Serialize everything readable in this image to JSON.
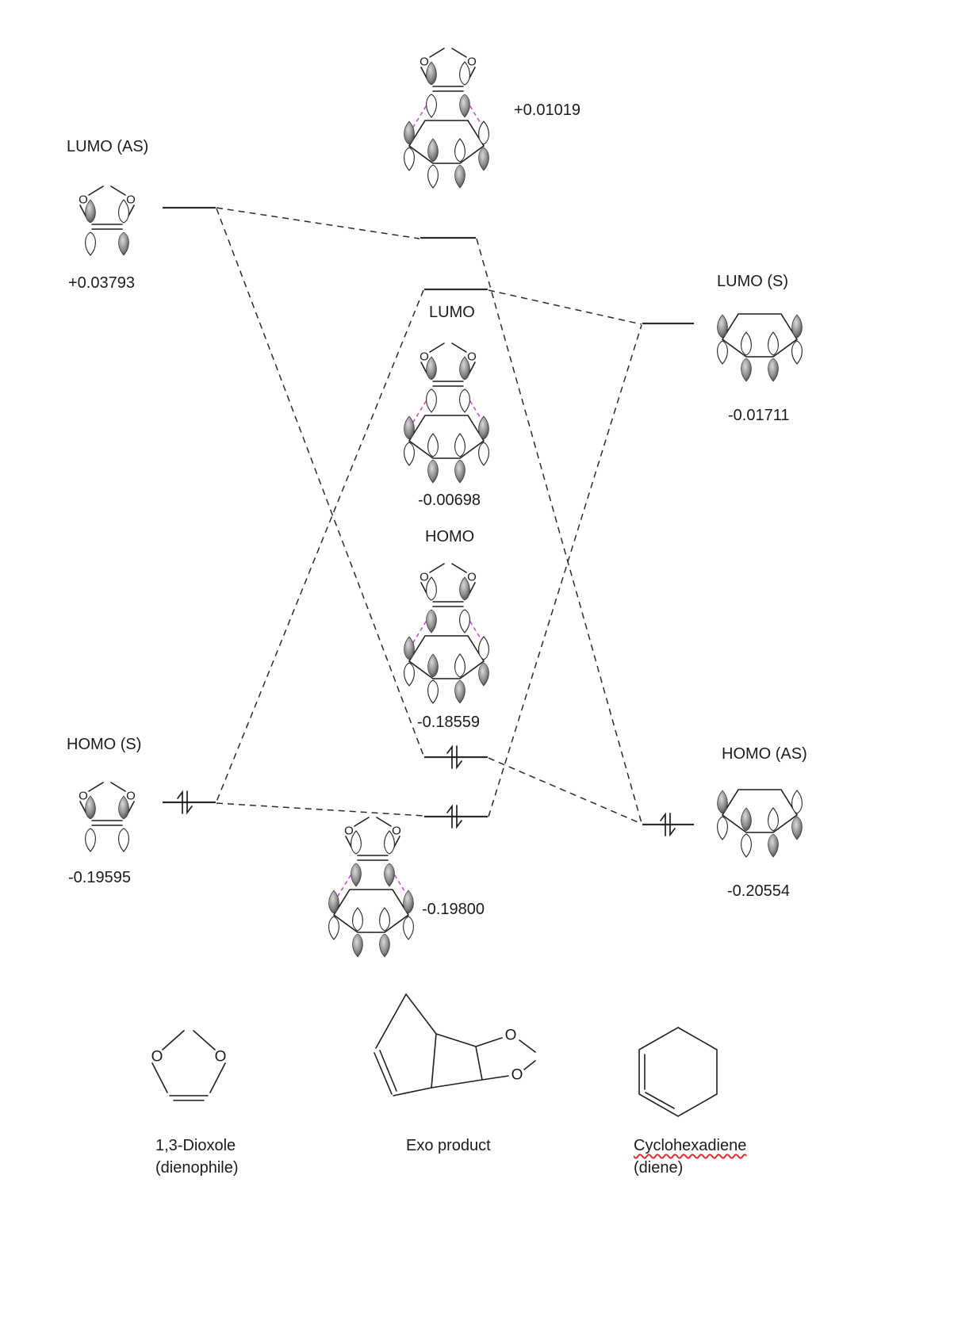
{
  "colors": {
    "bond_overlap_magenta": "#cf4fd0",
    "spellcheck_underline_red": "#dd2f2f",
    "line_color": "#2b2b2b"
  },
  "atoms": {
    "o": "O"
  },
  "dienophile": {
    "lumo_label": "LUMO (AS)",
    "lumo_energy": "+0.03793",
    "homo_label": "HOMO (S)",
    "homo_energy": "-0.19595",
    "name": "1,3-Dioxole",
    "role": "(dienophile)"
  },
  "diene": {
    "lumo_label": "LUMO (S)",
    "lumo_energy": "-0.01711",
    "homo_label": "HOMO (AS)",
    "homo_energy": "-0.20554",
    "name": "Cyclohexadiene",
    "role": "(diene)"
  },
  "product": {
    "name": "Exo product",
    "upper_energy": "+0.01019",
    "lumo_label": "LUMO",
    "lumo_energy": "-0.00698",
    "homo_label": "HOMO",
    "homo_energy": "-0.18559",
    "lower_energy": "-0.19800"
  }
}
